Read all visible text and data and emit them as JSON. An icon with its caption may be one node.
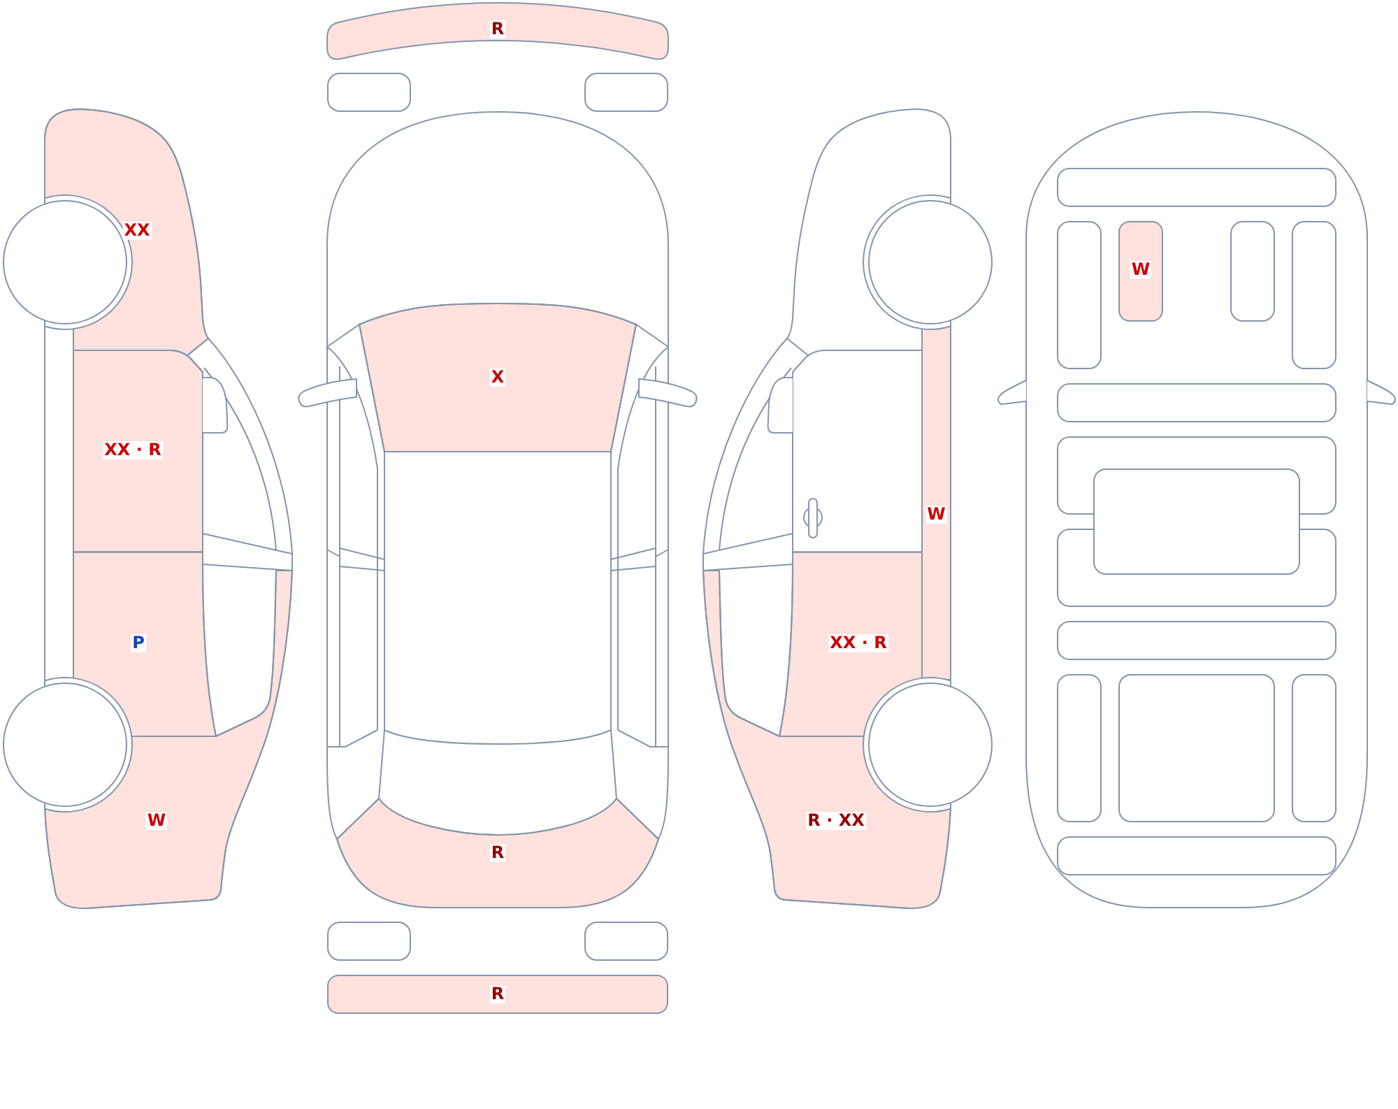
{
  "diagram": {
    "nodes": [
      {
        "text": [
          "XX"
        ]
      },
      {
        "text": [
          "XX · R"
        ]
      },
      {
        "text": [
          "P"
        ]
      },
      {
        "text": [
          "W"
        ]
      },
      {
        "text": [
          "R"
        ]
      },
      {
        "text": [],
        "shape": "box"
      },
      {
        "text": [],
        "shape": "box"
      },
      {
        "text": [
          "X"
        ]
      },
      {
        "text": [
          "R"
        ]
      },
      {
        "text": [],
        "shape": "box"
      },
      {
        "text": [],
        "shape": "box"
      },
      {
        "text": [
          "R"
        ]
      },
      {
        "text": [
          "W"
        ]
      },
      {
        "text": [
          "XX · R"
        ]
      },
      {
        "text": [
          "R · XX"
        ]
      },
      {
        "text": [],
        "shape": "box"
      },
      {
        "text": [],
        "shape": "box"
      },
      {
        "text": [
          "W"
        ]
      },
      {
        "text": [],
        "shape": "box"
      },
      {
        "text": [],
        "shape": "box"
      },
      {
        "text": [],
        "shape": "box"
      },
      {
        "text": [],
        "shape": "box"
      },
      {
        "text": [],
        "shape": "box"
      },
      {
        "text": [],
        "shape": "box"
      },
      {
        "text": [],
        "shape": "box"
      },
      {
        "text": [],
        "shape": "box"
      },
      {
        "text": [],
        "shape": "box"
      },
      {
        "text": [],
        "shape": "box"
      },
      {
        "text": [],
        "shape": "box"
      }
    ]
  }
}
